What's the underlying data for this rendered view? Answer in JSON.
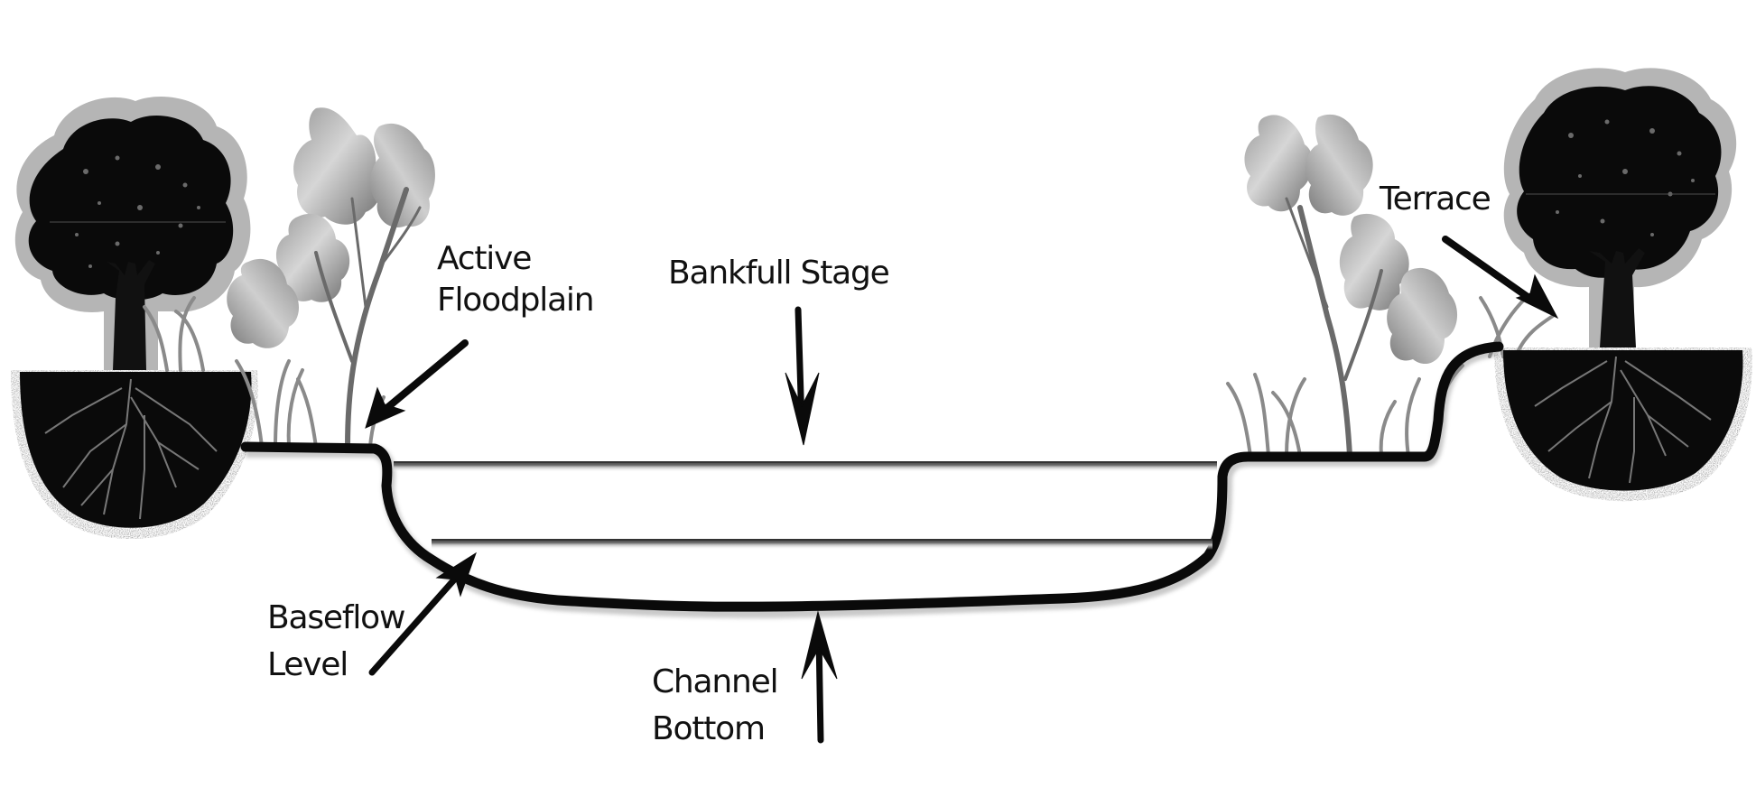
{
  "diagram": {
    "title": "Stream channel cross-section",
    "labels": {
      "active_floodplain": [
        "Active",
        "Floodplain"
      ],
      "bankfull_stage": [
        "Bankfull Stage"
      ],
      "terrace": [
        "Terrace"
      ],
      "baseflow_level": [
        "Baseflow",
        "Level"
      ],
      "channel_bottom": [
        "Channel",
        "Bottom"
      ]
    },
    "elements": [
      {
        "id": "left-tree",
        "kind": "tree with root ball",
        "side": "left"
      },
      {
        "id": "left-shrub",
        "kind": "shrub with grasses",
        "side": "left"
      },
      {
        "id": "right-shrub",
        "kind": "shrub with grasses",
        "side": "right"
      },
      {
        "id": "right-tree",
        "kind": "tree with root ball on terrace",
        "side": "right"
      },
      {
        "id": "bankfull-line",
        "kind": "water level line",
        "level": "bankfull"
      },
      {
        "id": "baseflow-line",
        "kind": "water level line",
        "level": "baseflow"
      },
      {
        "id": "channel-profile",
        "kind": "ground profile"
      }
    ],
    "colors": {
      "ink": "#0a0a0a",
      "halo": "#b5b5b5",
      "foliage_light": "#c8c8c8",
      "foliage_dark": "#7a7a7a",
      "water_line": "#444444",
      "water_line_shadow": "#b0b0b0",
      "background": "#ffffff"
    }
  }
}
